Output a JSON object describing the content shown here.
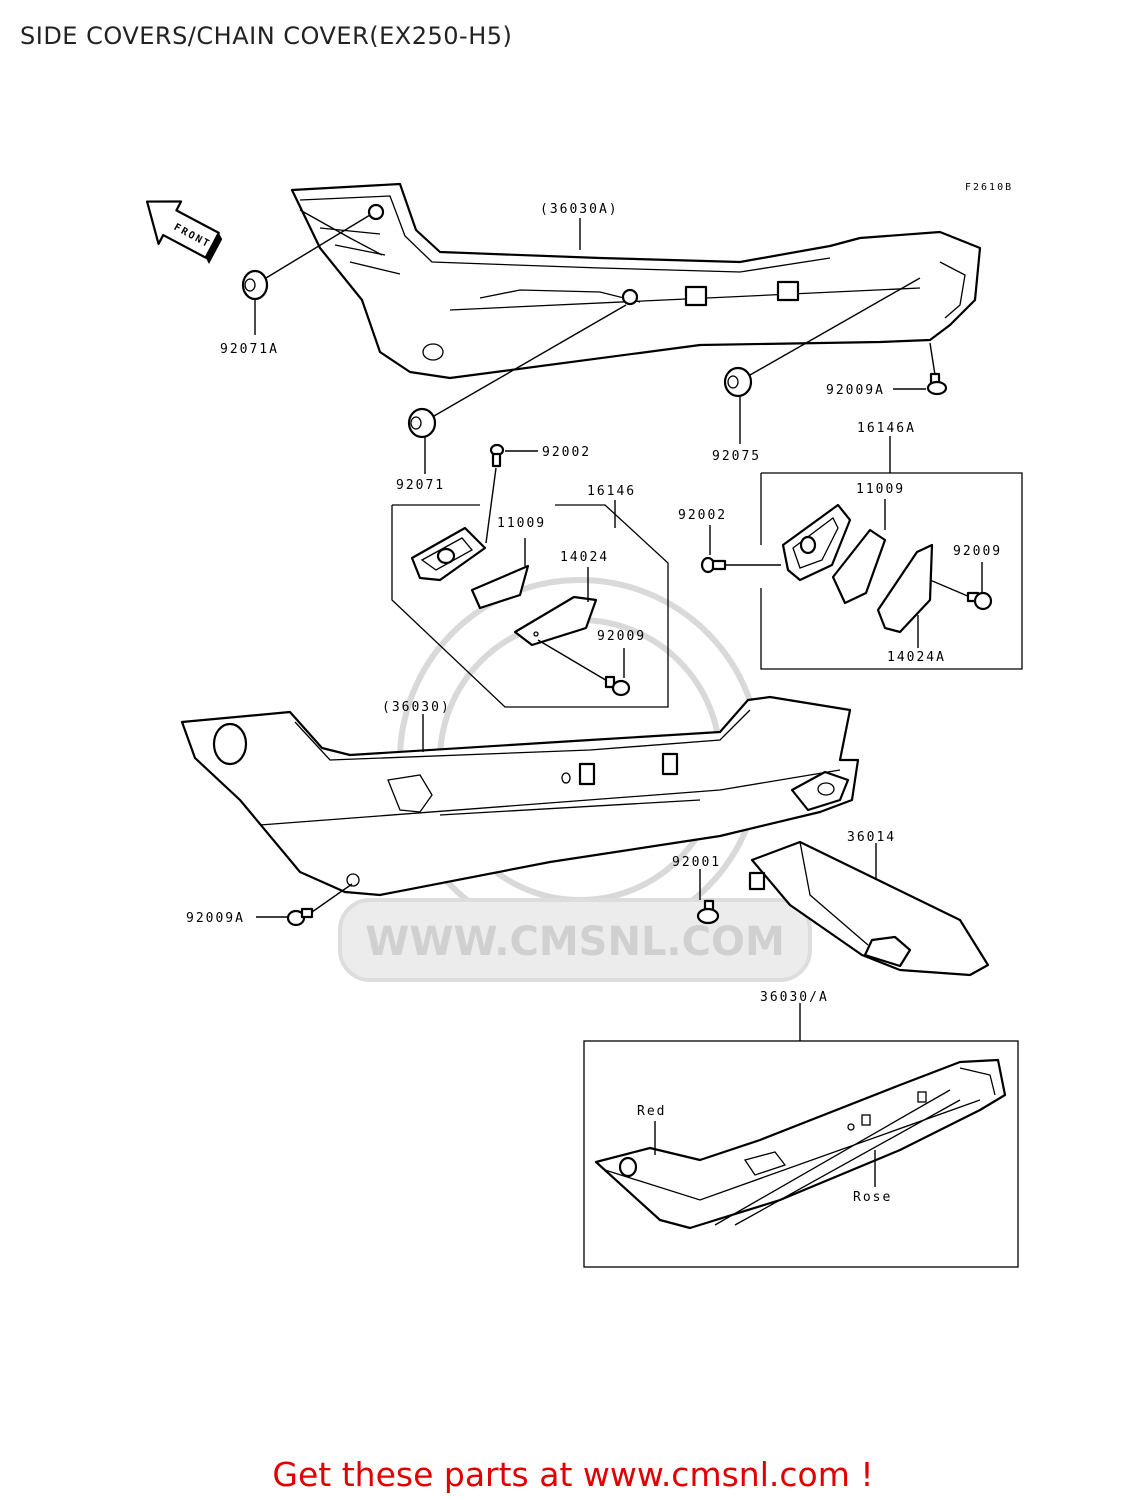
{
  "page": {
    "title": "SIDE COVERS/CHAIN COVER(EX250-H5)",
    "figure_code": "F2610B",
    "call_to_action": "Get these parts at www.cmsnl.com !",
    "watermark": "WWW.CMSNL.COM",
    "front_arrow": "FRONT"
  },
  "labels": {
    "side_cover_a": "(36030A)",
    "grommet_a": "92071A",
    "screw_a_right": "92009A",
    "grommet_92075": "92075",
    "grommet_92071": "92071",
    "screw_92002_left": "92002",
    "kit_16146": "16146",
    "kit_16146a": "16146A",
    "plate_11009_left": "11009",
    "plate_11009_right": "11009",
    "reflector_14024": "14024",
    "screw_92009_left": "92009",
    "screw_92002_right": "92002",
    "screw_92009_right": "92009",
    "reflector_14024a": "14024A",
    "side_cover": "(36030)",
    "chain_cover": "36014",
    "screw_92001": "92001",
    "screw_a_left": "92009A",
    "cover_set": "36030/A",
    "color_red": "Red",
    "color_rose": "Rose"
  },
  "colors": {
    "ink": "#000000",
    "cta": "#e00000",
    "watermark": "#d0d0d0"
  }
}
